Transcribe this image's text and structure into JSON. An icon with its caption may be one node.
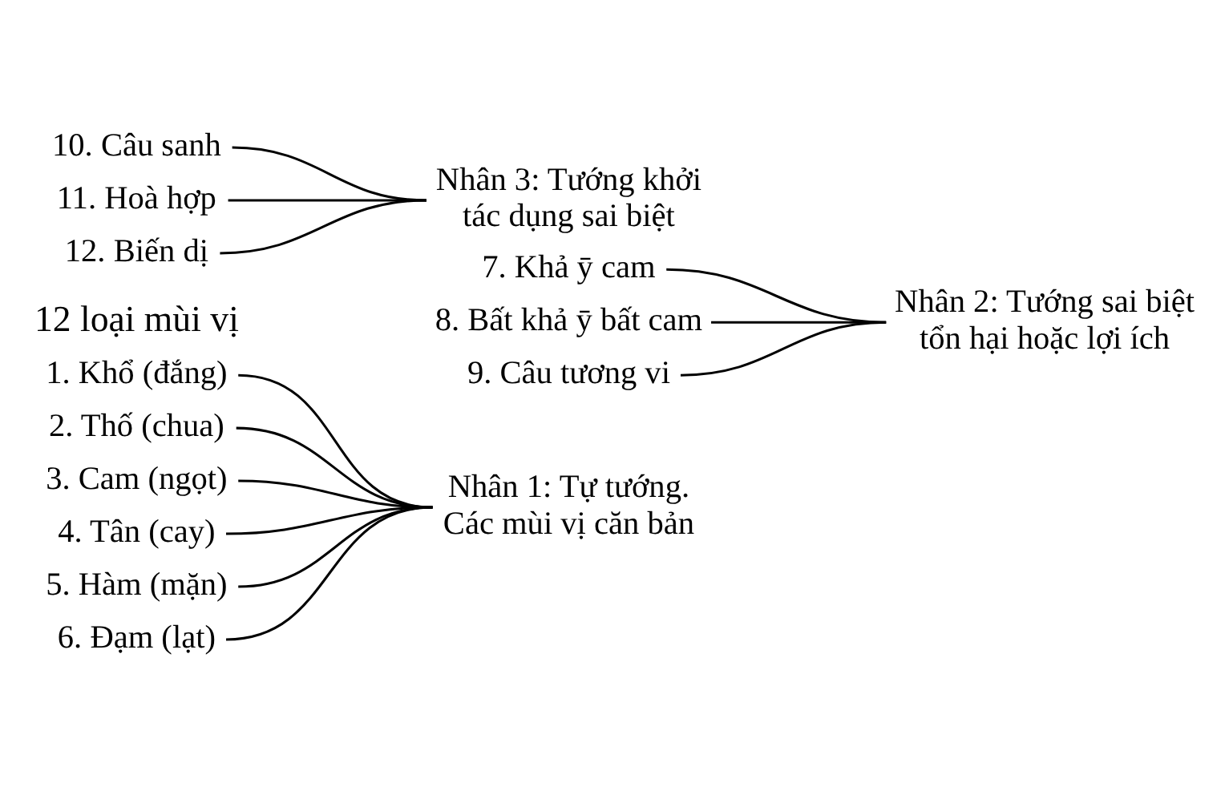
{
  "diagram": {
    "nodes": [
      {
        "text": [
          "1. Khổ (đắng)"
        ]
      },
      {
        "text": [
          "2. Thố (chua)"
        ]
      },
      {
        "text": [
          "3. Cam (ngọt)"
        ]
      },
      {
        "text": [
          "4. Tân (cay)"
        ]
      },
      {
        "text": [
          "5. Hàm (mặn)"
        ]
      },
      {
        "text": [
          "6. Đạm (lạt)"
        ]
      },
      {
        "text": [
          "7. Khả ȳ cam"
        ]
      },
      {
        "text": [
          "8. Bất khả ȳ bất cam"
        ]
      },
      {
        "text": [
          "9. Câu tương vi"
        ]
      },
      {
        "text": [
          "10. Câu sanh"
        ]
      },
      {
        "text": [
          "11. Hoà hợp"
        ]
      },
      {
        "text": [
          "12. Biến dị"
        ]
      },
      {
        "text": [
          "Nhân 1: Tự tướng. Các mùi vị căn bản"
        ]
      },
      {
        "text": [
          "Nhân 2: Tướng sai biệt tổn hại hoặc lợi ích"
        ]
      },
      {
        "text": [
          "Nhân 3: Tướng khởi tác dụng sai biệt"
        ]
      }
    ],
    "edges": [
      {
        "from": 0,
        "to": 12,
        "arrow": "none"
      },
      {
        "from": 1,
        "to": 12,
        "arrow": "none"
      },
      {
        "from": 2,
        "to": 12,
        "arrow": "none"
      },
      {
        "from": 3,
        "to": 12,
        "arrow": "none"
      },
      {
        "from": 4,
        "to": 12,
        "arrow": "none"
      },
      {
        "from": 5,
        "to": 12,
        "arrow": "none"
      },
      {
        "from": 6,
        "to": 13,
        "arrow": "none"
      },
      {
        "from": 7,
        "to": 13,
        "arrow": "none"
      },
      {
        "from": 8,
        "to": 13,
        "arrow": "none"
      },
      {
        "from": 9,
        "to": 14,
        "arrow": "none"
      },
      {
        "from": 10,
        "to": 14,
        "arrow": "none"
      },
      {
        "from": 11,
        "to": 14,
        "arrow": "none"
      }
    ],
    "labels": [
      "12 loại mùi vị"
    ]
  }
}
